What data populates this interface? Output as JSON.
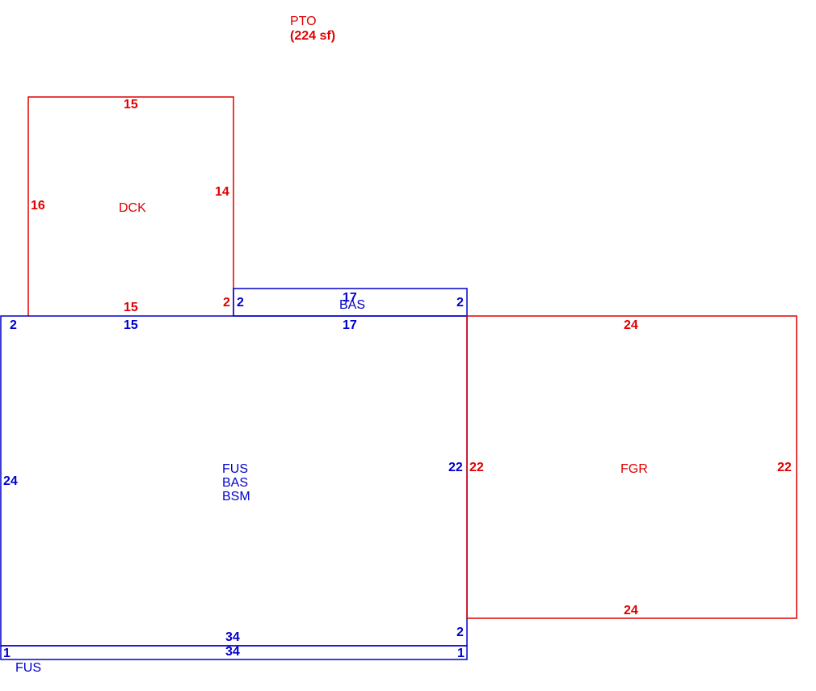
{
  "colors": {
    "red": "#e00000",
    "blue": "#0000cc"
  },
  "pto": {
    "code": "PTO",
    "area": "(224 sf)"
  },
  "dck": {
    "code": "DCK",
    "top": "15",
    "left": "16",
    "right": "14",
    "bottom": "15",
    "step": "2"
  },
  "bas_small": {
    "code": "BAS",
    "top": "17",
    "left": "2",
    "right": "2",
    "bottom": "17"
  },
  "main": {
    "codes": [
      "FUS",
      "BAS",
      "BSM"
    ],
    "top_left": "15",
    "corner": "2",
    "left": "24",
    "right": "22",
    "bottom": "34",
    "bottom_step": "2"
  },
  "fgr": {
    "code": "FGR",
    "top": "24",
    "left": "22",
    "right": "22",
    "bottom": "24"
  },
  "fus_strip": {
    "code": "FUS",
    "top": "34",
    "left": "1",
    "right": "1"
  }
}
